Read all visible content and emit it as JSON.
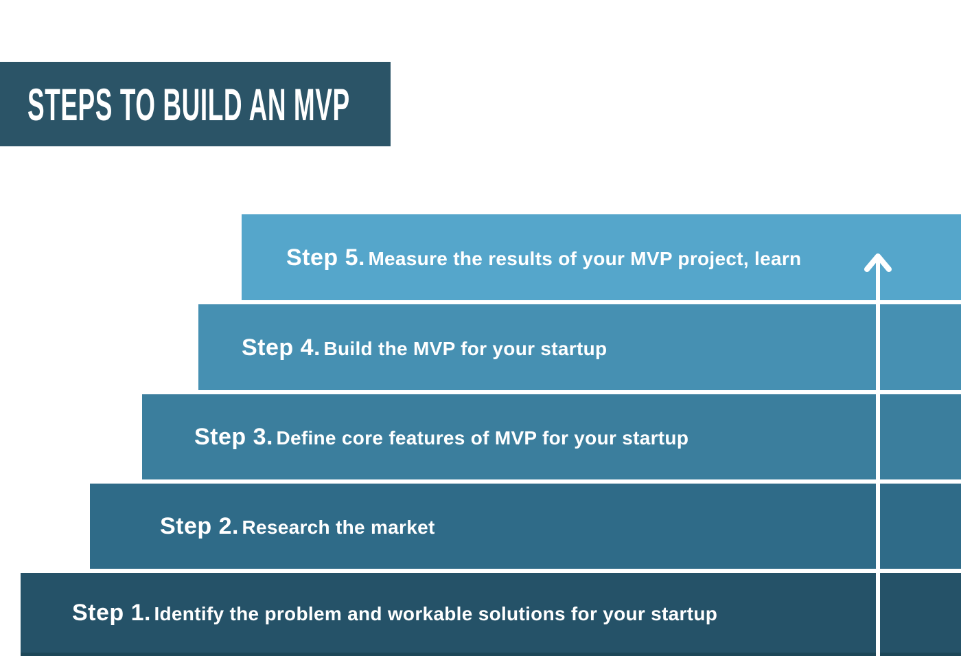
{
  "title": {
    "label": "STEPS TO BUILD AN MVP",
    "bg": "#2b5467",
    "text_color": "#ffffff"
  },
  "steps": [
    {
      "prefix": "Step 1.",
      "description": "Identify the problem and workable solutions for your startup",
      "color": "#255268"
    },
    {
      "prefix": "Step 2.",
      "description": "Research the market",
      "color": "#2f6b88"
    },
    {
      "prefix": "Step 3.",
      "description": "Define core features of MVP for your startup",
      "color": "#3b7e9d"
    },
    {
      "prefix": "Step 4.",
      "description": "Build the MVP for your startup",
      "color": "#4690b2"
    },
    {
      "prefix": "Step 5.",
      "description": "Measure the results of your MVP project, learn",
      "color": "#55a6cb"
    }
  ],
  "arrow": {
    "color": "#ffffff",
    "direction": "up"
  }
}
